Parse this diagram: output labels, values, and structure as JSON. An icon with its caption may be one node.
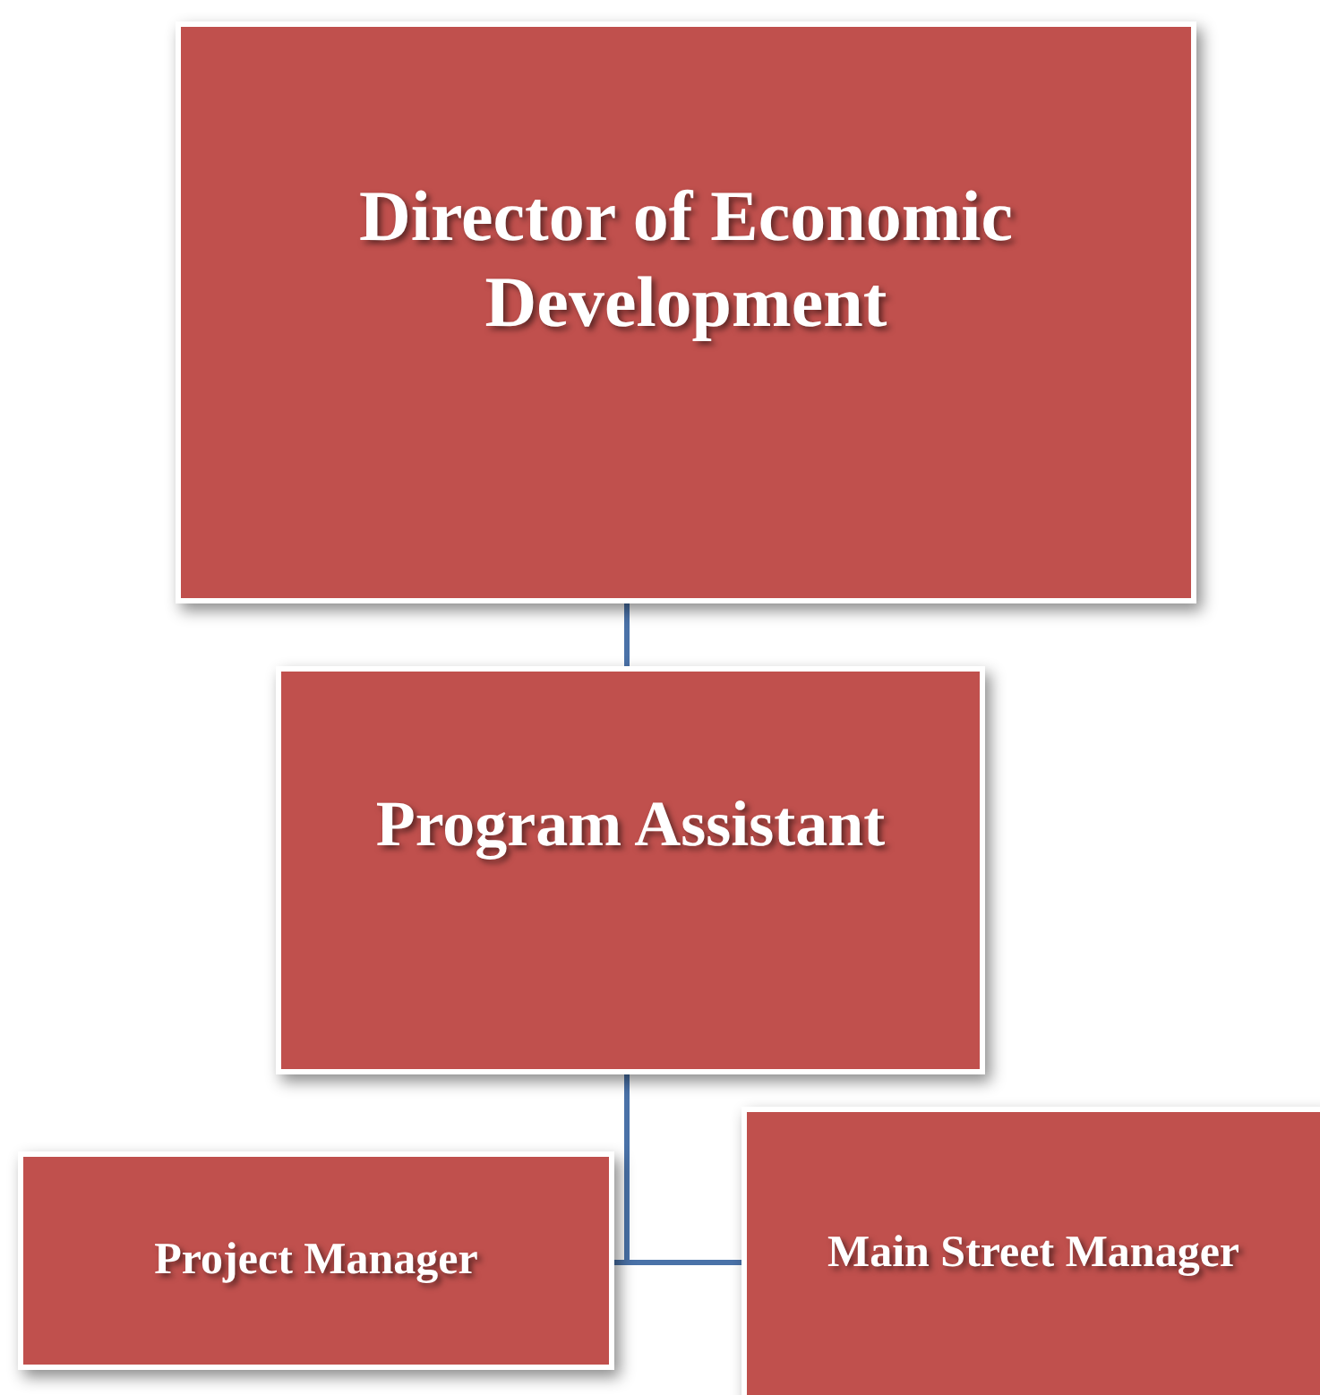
{
  "diagram": {
    "nodes": [
      {
        "text": [
          "Director of Economic Development"
        ]
      },
      {
        "text": [
          "Program Assistant"
        ]
      },
      {
        "text": [
          "Project Manager"
        ]
      },
      {
        "text": [
          "Main Street Manager"
        ]
      }
    ],
    "edges": [
      {
        "from": 0,
        "to": 1,
        "arrow": "none"
      },
      {
        "from": 1,
        "to": 2,
        "arrow": "none"
      },
      {
        "from": 1,
        "to": 3,
        "arrow": "none"
      }
    ]
  }
}
